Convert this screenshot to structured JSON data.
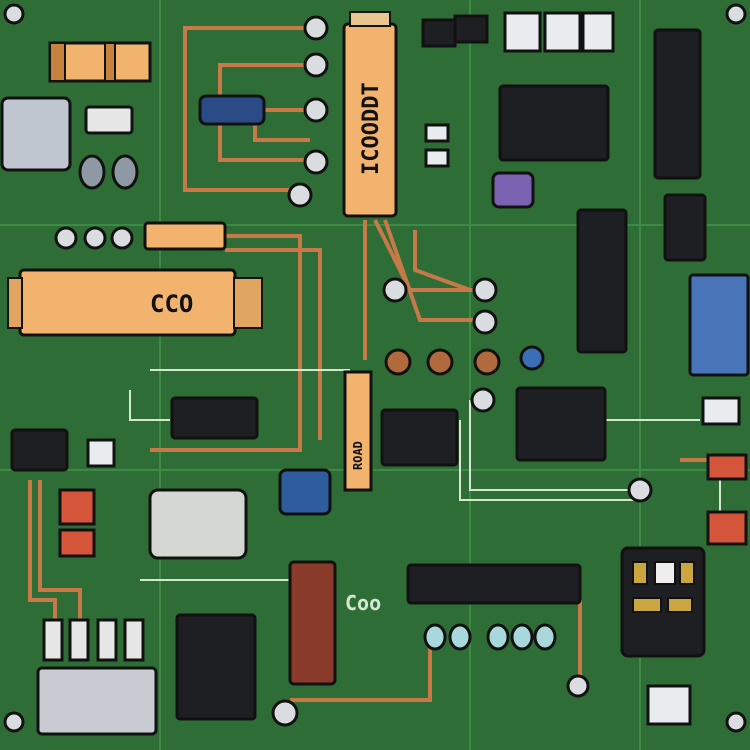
{
  "board": {
    "colors": {
      "pcb": "#2e6e36",
      "trace_copper": "#c8794a",
      "trace_light": "#cfe3c8",
      "component_orange": "#f2b36f",
      "chip_black": "#1e1f22",
      "pad_silver": "#c9ccd0",
      "capacitor_blue": "#3b6fb5",
      "resistor_red": "#d4553a"
    },
    "labels": {
      "vertical_component": "ICOODDT",
      "horizontal_component": "CCO",
      "small_vertical": "ROAD",
      "bottom_text": "Coo"
    }
  }
}
